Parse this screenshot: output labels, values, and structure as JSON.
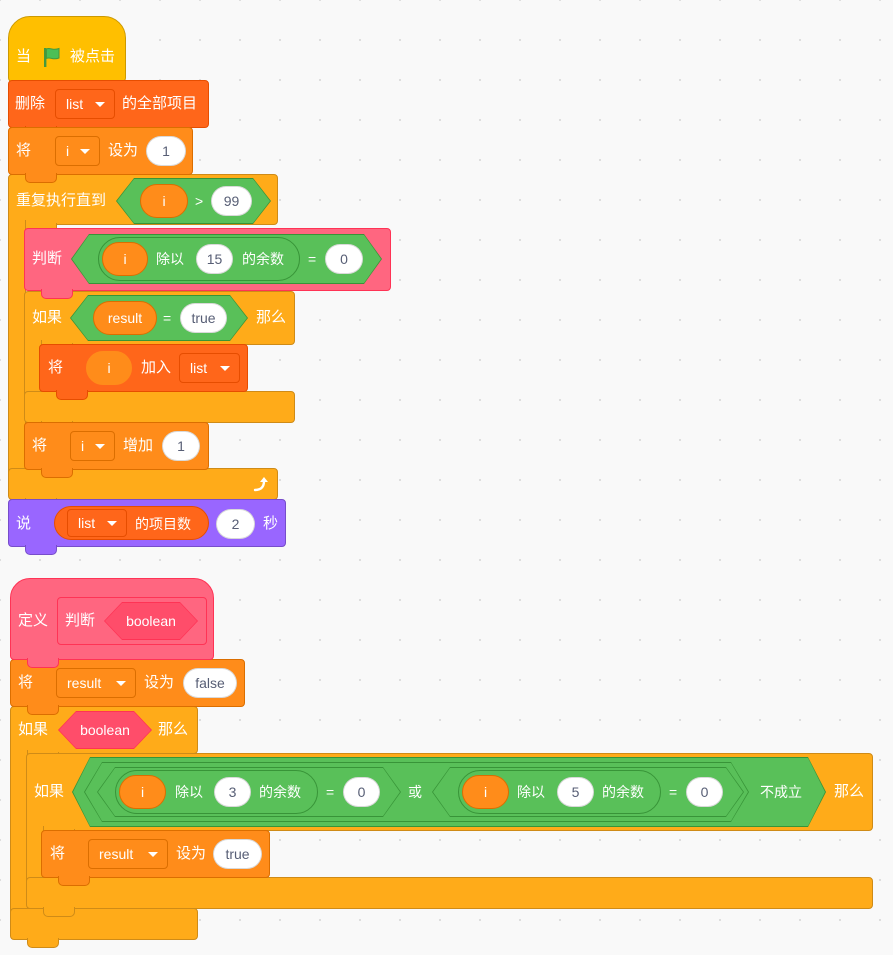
{
  "script1": {
    "hat": {
      "when": "当",
      "clicked": "被点击",
      "icon": "green-flag-icon"
    },
    "delete_all": {
      "label": "删除",
      "list": "list",
      "suffix": "的全部项目"
    },
    "set_i": {
      "label": "将",
      "var": "i",
      "to": "设为",
      "value": "1"
    },
    "repeat_until": {
      "label": "重复执行直到",
      "left": "i",
      "op": ">",
      "right": "99"
    },
    "call_judge": {
      "label": "判断",
      "var": "i",
      "mod": "除以",
      "divisor": "15",
      "remainder": "的余数",
      "eq": "=",
      "value": "0"
    },
    "if_block": {
      "label": "如果",
      "var": "result",
      "eq": "=",
      "value": "true",
      "then": "那么"
    },
    "add_to_list": {
      "label": "将",
      "item": "i",
      "add": "加入",
      "list": "list"
    },
    "change_i": {
      "label": "将",
      "var": "i",
      "change": "增加",
      "value": "1"
    },
    "loop_icon": "loop-arrow-icon",
    "say": {
      "label": "说",
      "list": "list",
      "length": "的项目数",
      "secs": "2",
      "unit": "秒"
    }
  },
  "script2": {
    "define": {
      "label": "定义",
      "name": "判断",
      "param": "boolean"
    },
    "set_result": {
      "label": "将",
      "var": "result",
      "to": "设为",
      "value": "false"
    },
    "if_outer": {
      "label": "如果",
      "param": "boolean",
      "then": "那么"
    },
    "if_inner": {
      "label": "如果",
      "left": {
        "var": "i",
        "mod": "除以",
        "divisor": "3",
        "remainder": "的余数",
        "eq": "=",
        "value": "0"
      },
      "or": "或",
      "right": {
        "var": "i",
        "mod": "除以",
        "divisor": "5",
        "remainder": "的余数",
        "eq": "=",
        "value": "0"
      },
      "not": "不成立",
      "then": "那么"
    },
    "set_true": {
      "label": "将",
      "var": "result",
      "to": "设为",
      "value": "true"
    }
  },
  "colors": {
    "events": "#ffbf00",
    "control": "#ffab19",
    "variables": "#ff8c1a",
    "lists": "#ff661a",
    "operators": "#59c059",
    "looks": "#9966ff",
    "custom": "#ff6680"
  }
}
